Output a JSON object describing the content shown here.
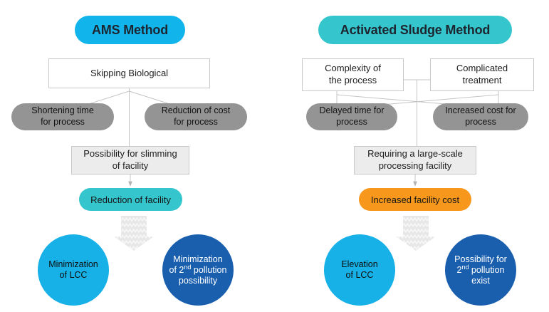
{
  "diagram": {
    "title_left": "AMS Method",
    "title_right": "Activated Sludge Method",
    "colors": {
      "ams_pill": "#11b5ec",
      "asm_pill": "#35c6cd",
      "gray_capsule": "#949494",
      "shaded_box": "#ececec",
      "teal_result": "#35c6cd",
      "orange_result": "#f7981d",
      "light_blue_circle": "#17b1e8",
      "dark_blue_circle": "#1a5fae",
      "connector_line": "#b8b8b8",
      "block_arrow": "#e6e6e6"
    }
  },
  "left_column": {
    "cause_box": "Skipping Biological",
    "effects": [
      "Shortening time\nfor process",
      "Reduction of cost\nfor process"
    ],
    "effect_1_line1": "Shortening time",
    "effect_1_line2": "for process",
    "effect_2_line1": "Reduction of cost",
    "effect_2_line2": "for process",
    "mid_box_line1": "Possibility for slimming",
    "mid_box_line2": "of facility",
    "result_pill": "Reduction of facility",
    "outcome_1_line1": "Minimization",
    "outcome_1_line2": "of LCC",
    "outcome_2_line1": "Minimization",
    "outcome_2_line2_pre": "of 2",
    "outcome_2_line2_sup": "nd",
    "outcome_2_line2_post": " pollution",
    "outcome_2_line3": "possibility"
  },
  "right_column": {
    "cause_box_1_line1": "Complexity of",
    "cause_box_1_line2": "the process",
    "cause_box_2_line1": "Complicated",
    "cause_box_2_line2": "treatment",
    "effect_1_line1": "Delayed time for",
    "effect_1_line2": "process",
    "effect_2_line1": "Increased cost for",
    "effect_2_line2": "process",
    "mid_box_line1": "Requiring a large-scale",
    "mid_box_line2": "processing facility",
    "result_pill": "Increased facility cost",
    "outcome_1_line1": "Elevation",
    "outcome_1_line2": "of LCC",
    "outcome_2_line1": "Possibility for",
    "outcome_2_line2_pre": "2",
    "outcome_2_line2_sup": "nd",
    "outcome_2_line2_post": " pollution",
    "outcome_2_line3": "exist"
  }
}
